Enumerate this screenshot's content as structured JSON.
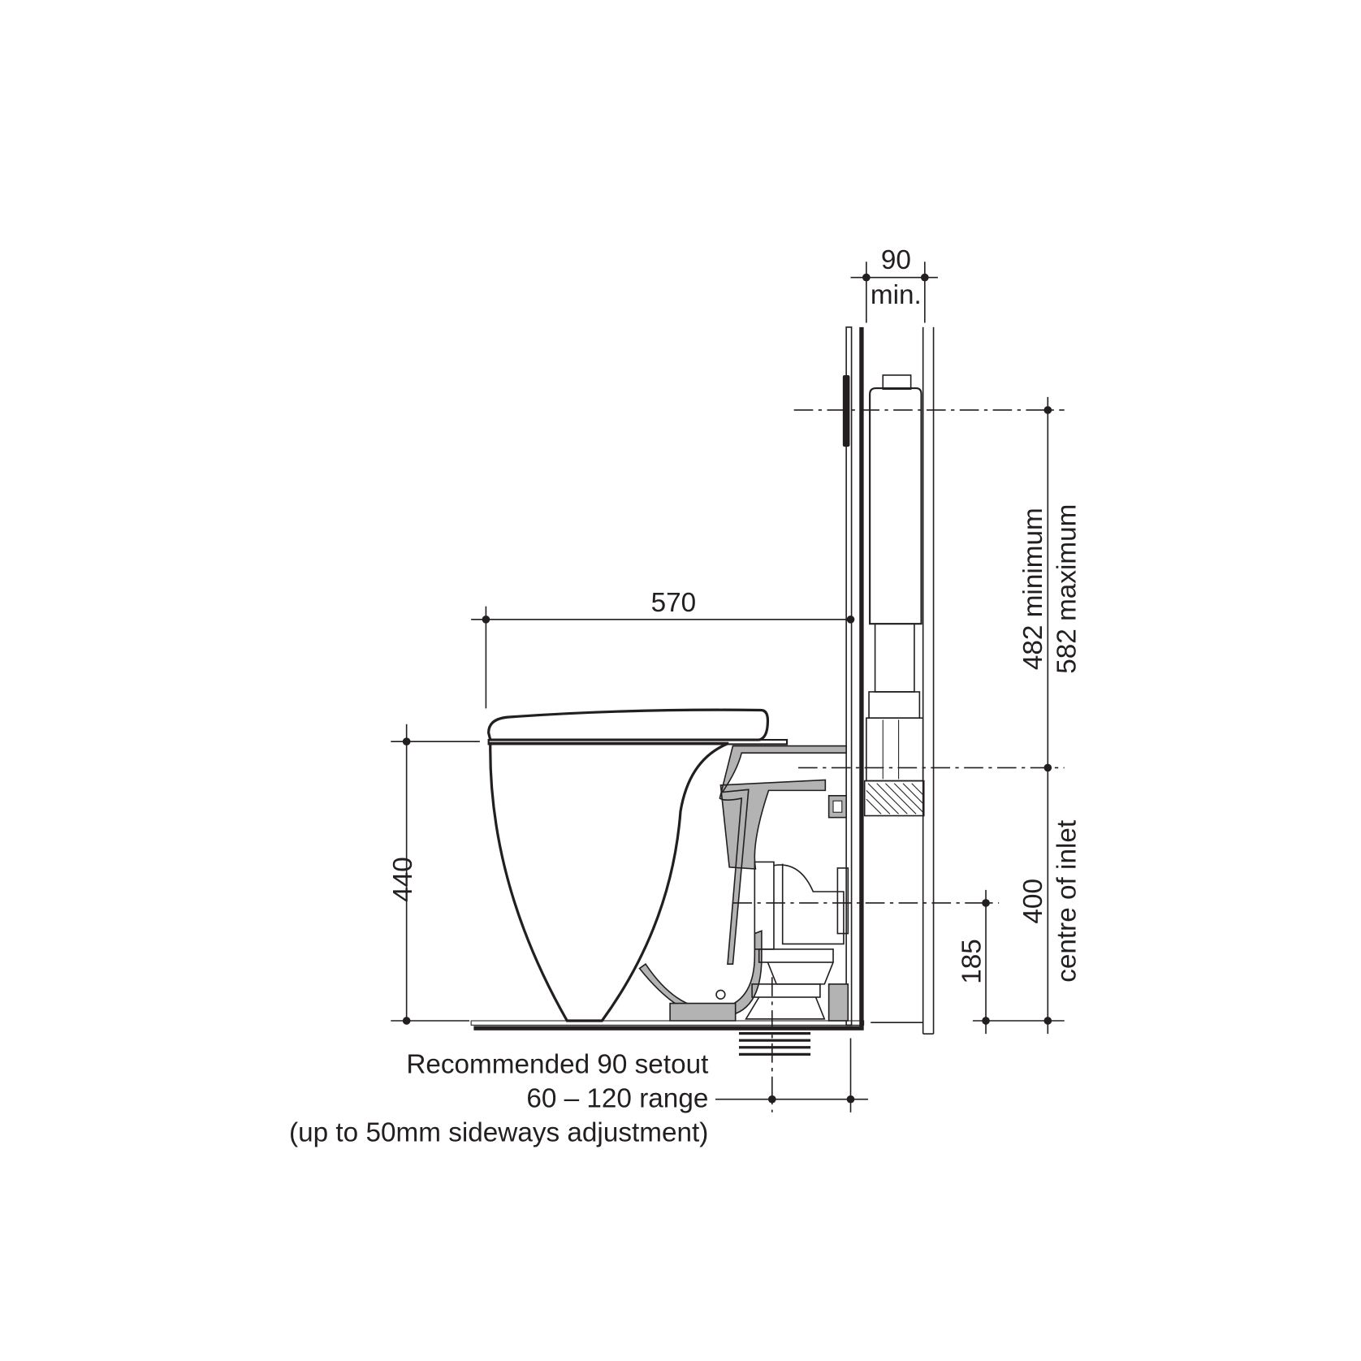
{
  "dimensions": {
    "wall_frame_depth": {
      "value": "90",
      "note": "min."
    },
    "overall_depth": "570",
    "seat_height": "440",
    "waste_centre_height": "185",
    "inlet_height": {
      "value": "400",
      "label": "centre of inlet"
    },
    "cistern_height": {
      "min": "482 minimum",
      "max": "582 maximum"
    },
    "setout": {
      "line1": "Recommended 90 setout",
      "line2": "60 – 120 range",
      "line3": "(up to 50mm sideways adjustment)"
    }
  },
  "colors": {
    "line": "#231f20",
    "section_fill": "#b3b3b3"
  }
}
